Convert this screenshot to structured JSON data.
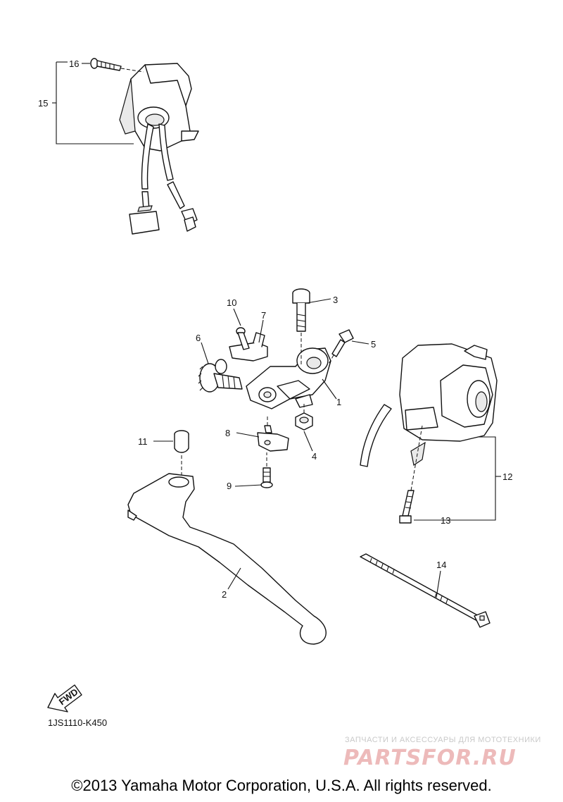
{
  "callouts": {
    "n1": "1",
    "n2": "2",
    "n3": "3",
    "n4": "4",
    "n5": "5",
    "n6": "6",
    "n7": "7",
    "n8": "8",
    "n9": "9",
    "n10": "10",
    "n11": "11",
    "n12": "12",
    "n13": "13",
    "n14": "14",
    "n15": "15",
    "n16": "16"
  },
  "fwd_label": "FWD",
  "diagram_code": "1JS1110-K450",
  "watermark": {
    "tagline": "ЗАПЧАСТИ И АКСЕССУАРЫ ДЛЯ МОТОТЕХНИКИ",
    "logo": "PARTSFOR.RU",
    "logo_color": "#e8a3a3"
  },
  "copyright": "©2013 Yamaha Motor Corporation, U.S.A. All rights reserved."
}
